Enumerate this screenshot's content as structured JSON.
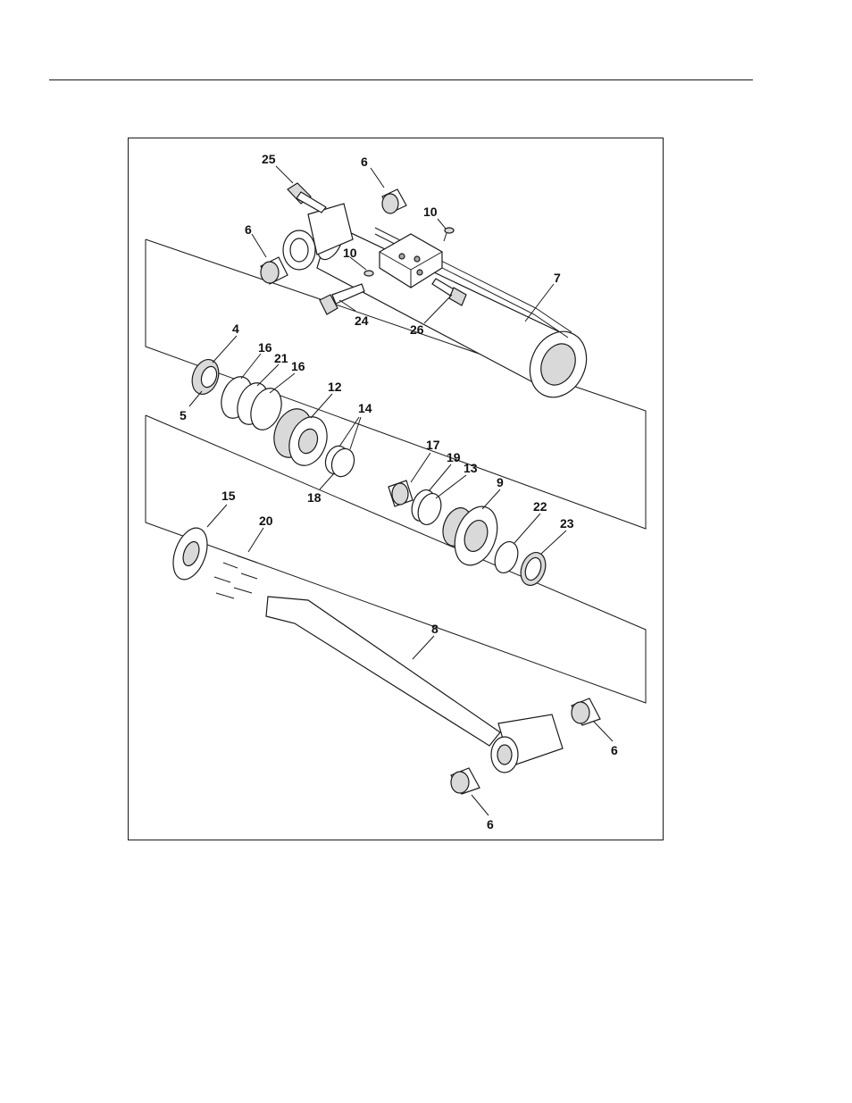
{
  "diagram": {
    "colors": {
      "ink": "#1a1a1a",
      "shade_light": "#d9d9d9",
      "shade_dark": "#a8a8a8"
    },
    "callouts": {
      "c25": "25",
      "c6a": "6",
      "c10a": "10",
      "c6b": "6",
      "c10b": "10",
      "c7": "7",
      "c24": "24",
      "c26": "26",
      "c4": "4",
      "c16a": "16",
      "c21": "21",
      "c16b": "16",
      "c5": "5",
      "c12": "12",
      "c14": "14",
      "c18": "18",
      "c17": "17",
      "c19": "19",
      "c13": "13",
      "c9": "9",
      "c22": "22",
      "c23": "23",
      "c15": "15",
      "c20": "20",
      "c8": "8",
      "c6c": "6",
      "c6d": "6"
    }
  }
}
